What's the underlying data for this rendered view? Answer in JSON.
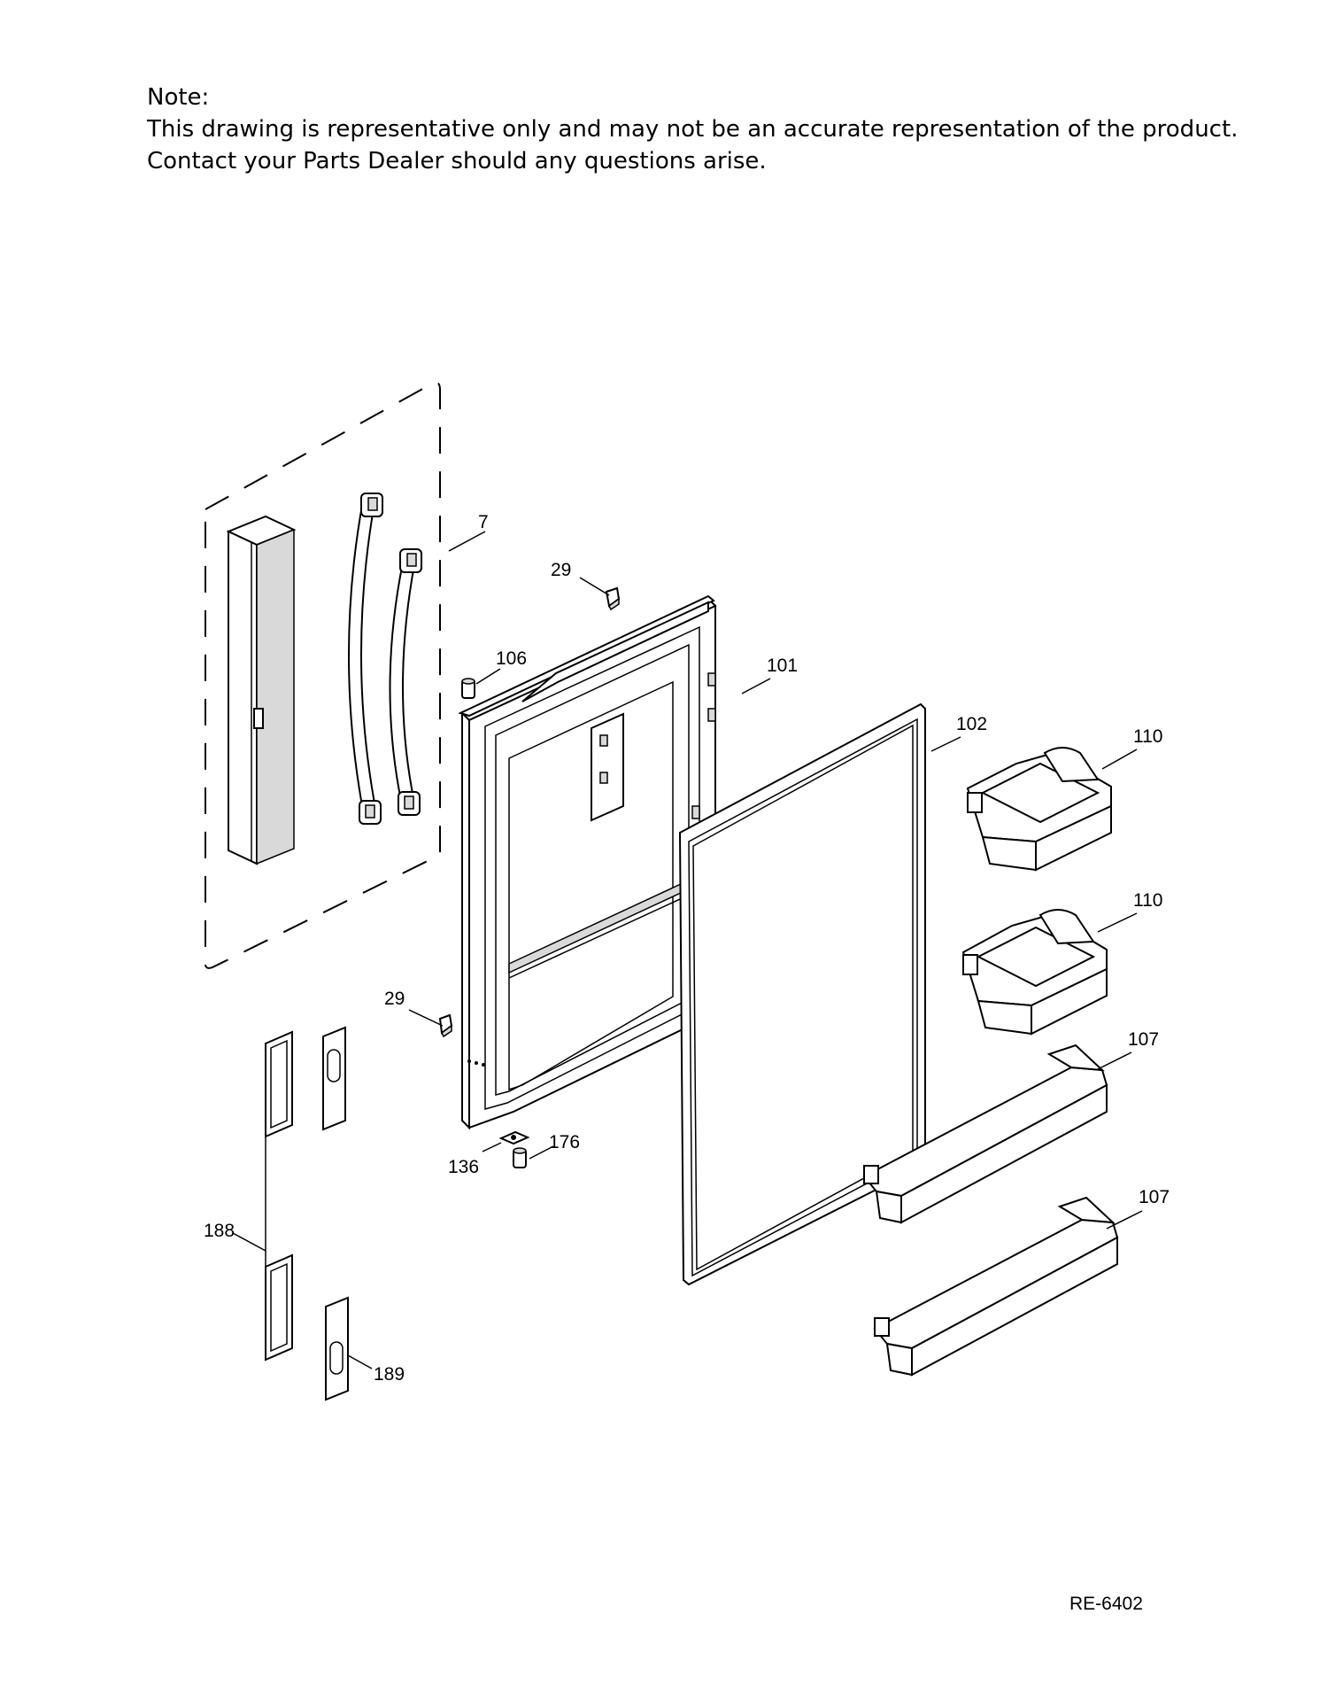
{
  "note": {
    "heading": "Note:",
    "line1": "This drawing is representative only and may not be an accurate representation of the product.",
    "line2": "Contact your Parts Dealer should any questions arise."
  },
  "callouts": {
    "c7": "7",
    "c29a": "29",
    "c106": "106",
    "c101": "101",
    "c102": "102",
    "c110a": "110",
    "c110b": "110",
    "c29b": "29",
    "c107a": "107",
    "c107b": "107",
    "c136": "136",
    "c176": "176",
    "c188": "188",
    "c189": "189"
  },
  "doc_id": "RE-6402"
}
